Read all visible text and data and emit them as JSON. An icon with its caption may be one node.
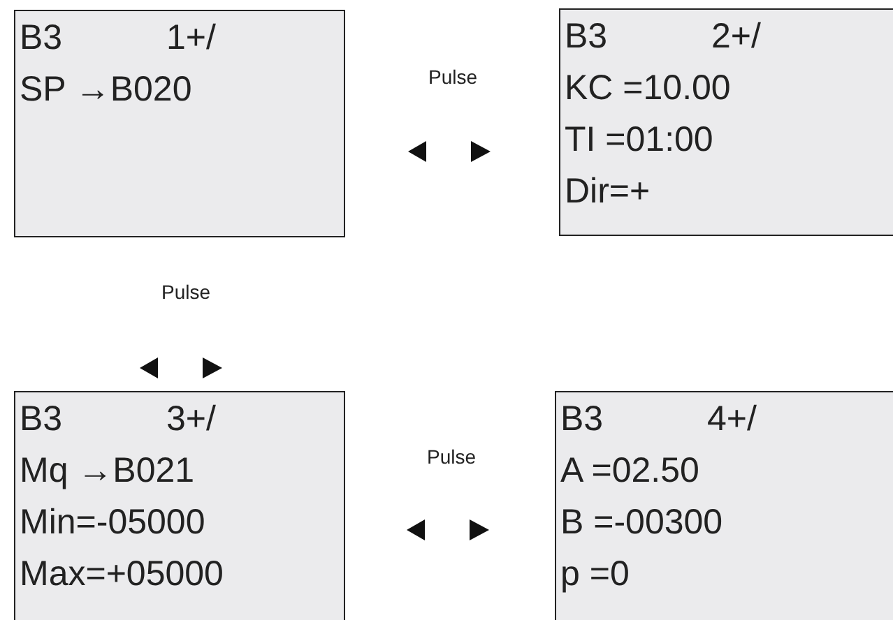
{
  "diagram": {
    "nodes": [
      {
        "text": [
          "B3",
          "1+/",
          "SP →B020"
        ]
      },
      {
        "text": [
          "B3",
          "2+/",
          "KC =10.00",
          "TI =01:00",
          "Dir=+"
        ]
      },
      {
        "text": [
          "B3",
          "3+/",
          "Mq →B021",
          "Min=-05000",
          "Max=+05000"
        ]
      },
      {
        "text": [
          "B3",
          "4+/",
          "A =02.50",
          "B =-00300",
          "p =0"
        ]
      }
    ],
    "labels": [
      "Pulse",
      "Pulse",
      "Pulse"
    ]
  }
}
